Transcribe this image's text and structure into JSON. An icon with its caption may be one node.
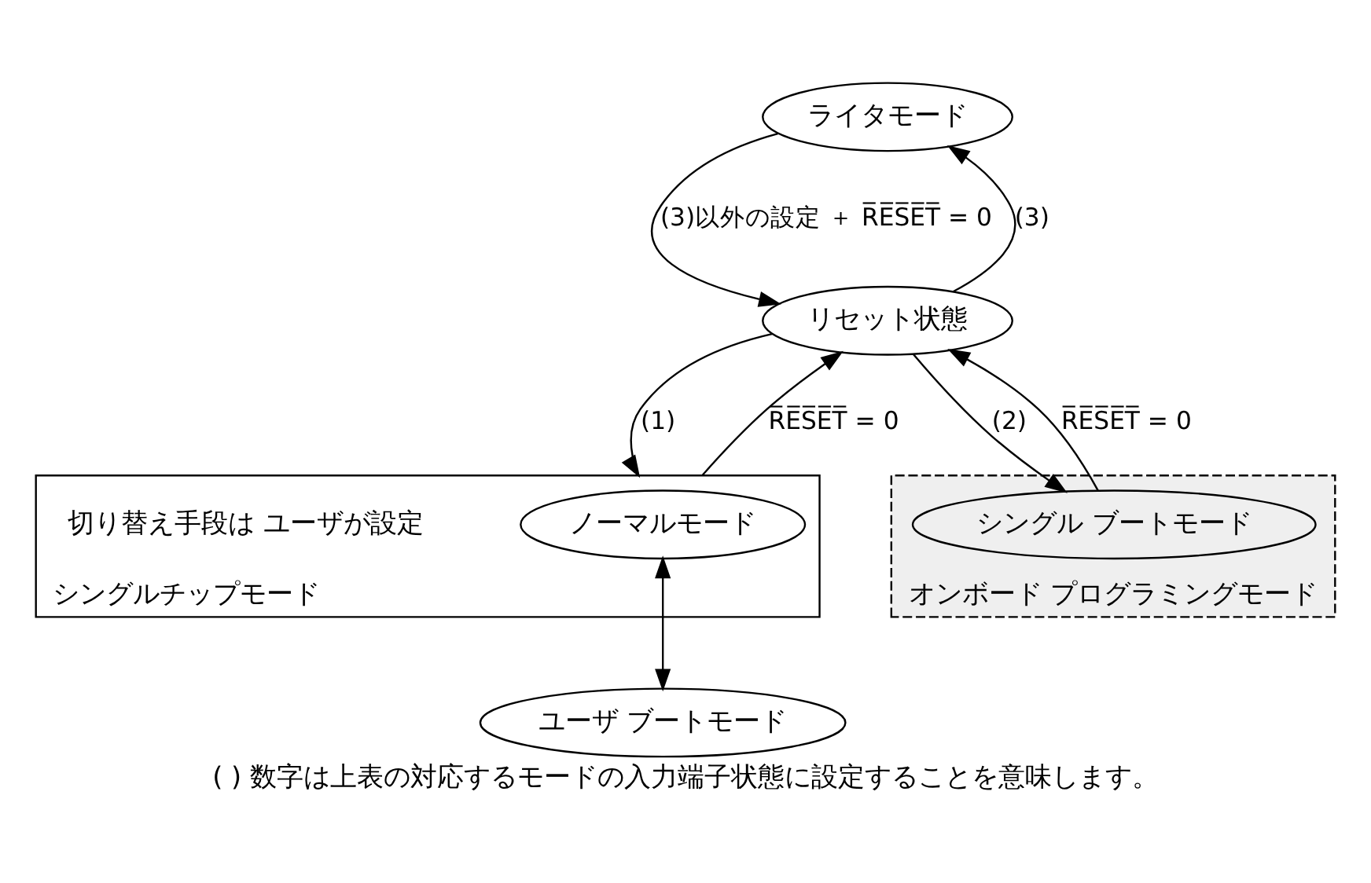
{
  "diagram": {
    "caption": "( ) 数字は上表の対応するモードの入力端子状態に設定することを意味します。",
    "nodes": [
      {
        "text": [
          "ライタモード"
        ]
      },
      {
        "text": [
          "リセット状態"
        ]
      },
      {
        "text": [
          "シングルチップモード"
        ]
      },
      {
        "text": [
          "ノーマルモード"
        ],
        "in": 2
      },
      {
        "text": [
          "ユーザ ブートモード"
        ]
      },
      {
        "text": [
          "オンボード プログラミングモード"
        ]
      },
      {
        "text": [
          "シングル ブートモード"
        ],
        "in": 5
      }
    ],
    "edges": [
      {
        "from": 1,
        "to": 0,
        "arrow": "to",
        "label": "(3)"
      },
      {
        "from": 0,
        "to": 1,
        "arrow": "to",
        "label": "(3)以外の設定 ＋ R̅E̅S̅E̅T̅ = 0"
      },
      {
        "from": 1,
        "to": 2,
        "arrow": "to",
        "label": "(1)"
      },
      {
        "from": 2,
        "to": 1,
        "arrow": "to",
        "label": "R̅E̅S̅E̅T̅ = 0"
      },
      {
        "from": 1,
        "to": 6,
        "arrow": "to",
        "label": "(2)"
      },
      {
        "from": 6,
        "to": 1,
        "arrow": "to",
        "label": "R̅E̅S̅E̅T̅ = 0"
      },
      {
        "from": 3,
        "to": 4,
        "arrow": "both"
      }
    ],
    "labels": [
      "切り替え手段は ユーザが設定"
    ]
  }
}
